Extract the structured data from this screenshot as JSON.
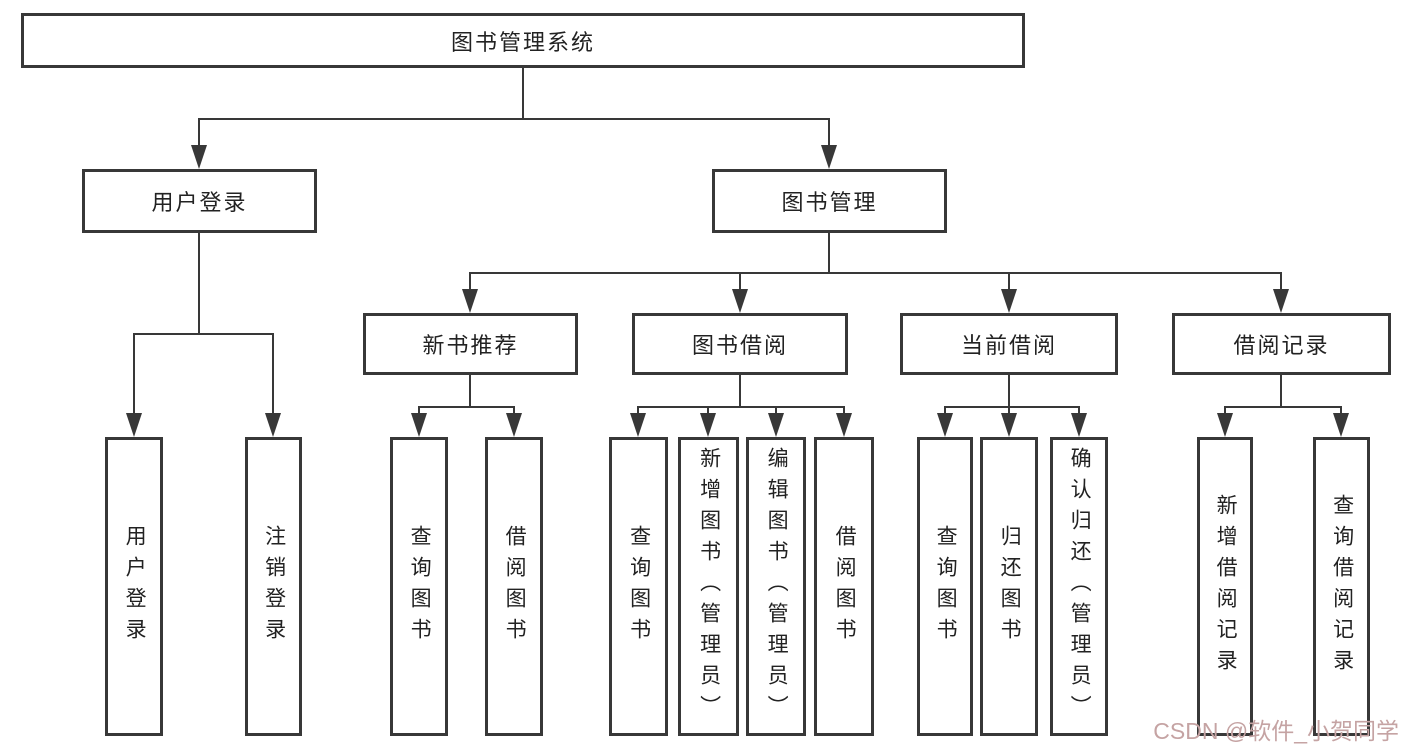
{
  "root": {
    "label": "图书管理系统"
  },
  "level2": {
    "user_login": "用户登录",
    "book_mgmt": "图书管理"
  },
  "level3": {
    "new_books": "新书推荐",
    "book_borrow": "图书借阅",
    "current_borrow": "当前借阅",
    "borrow_records": "借阅记录"
  },
  "leaves": {
    "user_login": "用户登录",
    "logout": "注销登录",
    "nb_query": "查询图书",
    "nb_borrow": "借阅图书",
    "bb_query": "查询图书",
    "bb_add": "新增图书（管理员）",
    "bb_edit": "编辑图书（管理员）",
    "bb_borrow": "借阅图书",
    "cb_query": "查询图书",
    "cb_return": "归还图书",
    "cb_confirm": "确认归还（管理员）",
    "br_add": "新增借阅记录",
    "br_query": "查询借阅记录"
  },
  "watermark": "CSDN @软件_小贺同学",
  "colors": {
    "line": "#383838",
    "text": "#222222",
    "watermark": "#c5a3a3",
    "background": "#ffffff"
  }
}
